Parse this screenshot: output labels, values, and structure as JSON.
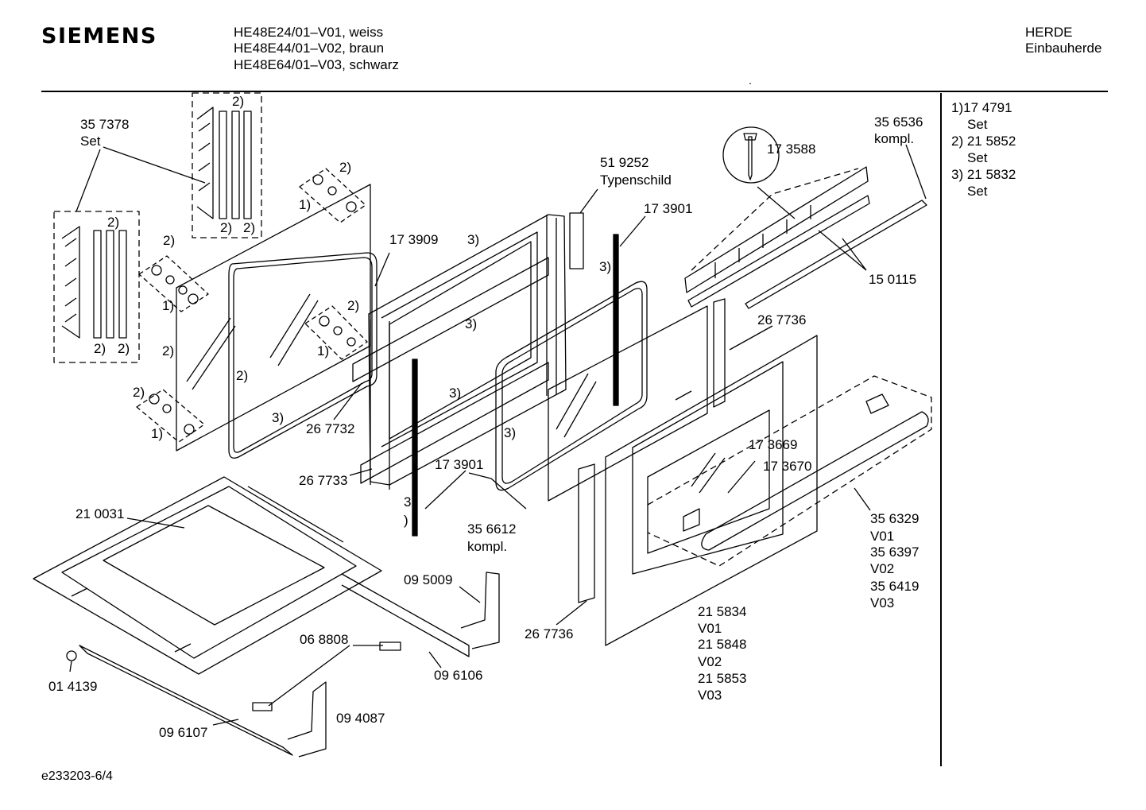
{
  "header": {
    "brand": "SIEMENS",
    "models": [
      "HE48E24/01–V01, weiss",
      "HE48E44/01–V02, braun",
      "HE48E64/01–V03, schwarz"
    ],
    "category": "HERDE",
    "subcategory": "Einbauherde",
    "dot": "."
  },
  "sidebar": {
    "lines": [
      "1)17 4791",
      "Set",
      "2) 21 5852",
      "Set",
      "3) 21 5832",
      "Set"
    ]
  },
  "footer": {
    "code": "e233203-6/4"
  },
  "labels": {
    "l357378": "35 7378",
    "set1": "Set",
    "ref2": "2)",
    "ref1": "1)",
    "ref3": "3)",
    "l519252": "51 9252",
    "typenschild": "Typenschild",
    "l173588": "17 3588",
    "l356536": "35 6536",
    "kompl1": "kompl.",
    "l173901a": "17 3901",
    "l173909": "17 3909",
    "l150115": "15 0115",
    "l267736a": "26 7736",
    "l267732": "26 7732",
    "l267733": "26 7733",
    "l173901b": "17 3901",
    "l356612": "35 6612",
    "kompl2": "kompl.",
    "l3": "3",
    "lparen": ")",
    "l173669": "17 3669",
    "l173670": "17 3670",
    "l356329": "35 6329",
    "v01a": "V01",
    "l356397": "35 6397",
    "v02a": "V02",
    "l356419": "35 6419",
    "v03a": "V03",
    "l210031": "21 0031",
    "l095009": "09 5009",
    "l068808": "06 8808",
    "l096106": "09 6106",
    "l014139": "01 4139",
    "l094087": "09 4087",
    "l096107": "09 6107",
    "l267736b": "26 7736",
    "l215834": "21 5834",
    "v01b": "V01",
    "l215848": "21 5848",
    "v02b": "V02",
    "l215853": "21 5853",
    "v03b": "V03"
  }
}
